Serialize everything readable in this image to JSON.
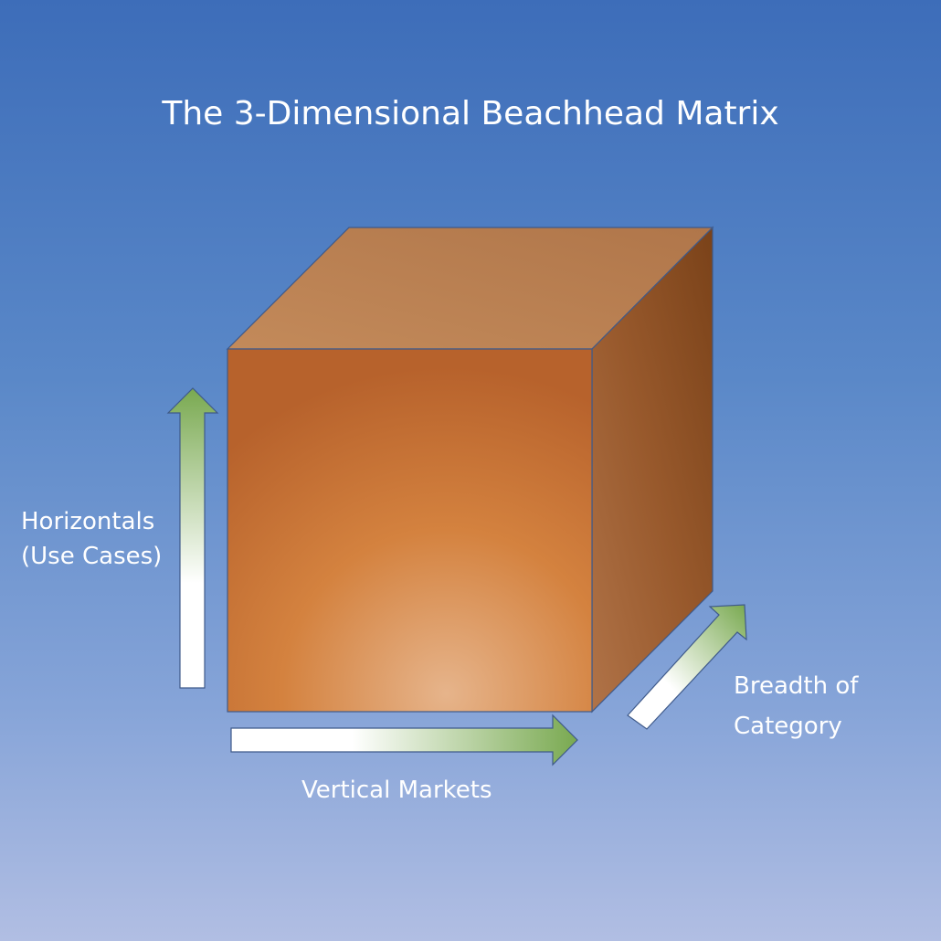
{
  "title": "The 3-Dimensional Beachhead Matrix",
  "labels": {
    "horizontals_line1": "Horizontals",
    "horizontals_line2": "(Use Cases)",
    "vertical_markets": "Vertical Markets",
    "breadth_line1": "Breadth of",
    "breadth_line2": "Category"
  },
  "colors": {
    "cube_front": "#d4813e",
    "cube_top": "#bb8152",
    "cube_side": "#8f5127",
    "arrow_green": "#7fad55",
    "outline": "#3f5a8a"
  }
}
